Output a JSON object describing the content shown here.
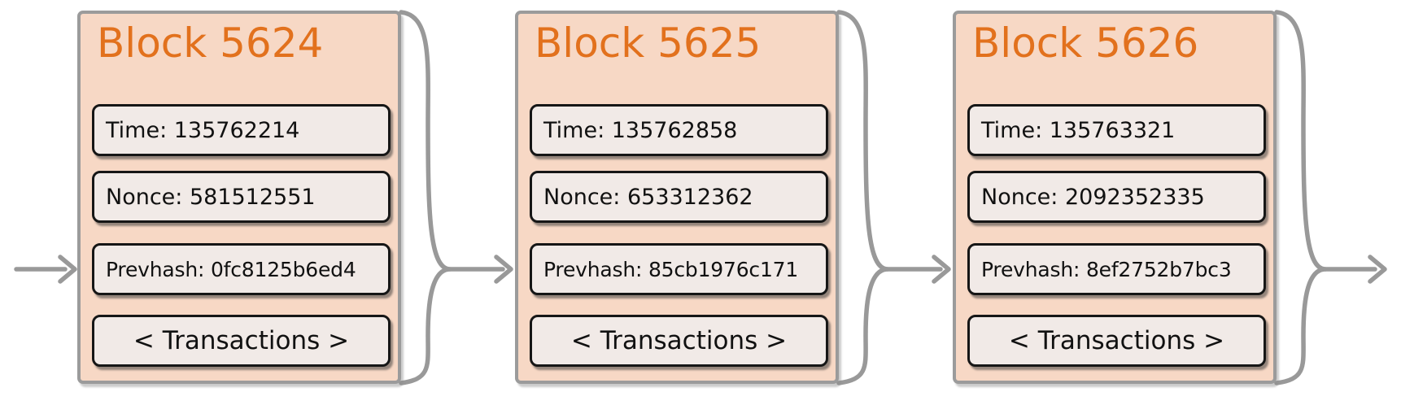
{
  "diagram_type": "blockchain-chain-diagram",
  "colors": {
    "accent": "#e2711d",
    "block_fill": "#f7d8c5",
    "block_border": "#9b9b9b",
    "field_fill": "#f1eae7",
    "field_border": "#161616",
    "connector": "#999999",
    "text": "#111111",
    "page_bg": "#ffffff"
  },
  "blocks": [
    {
      "title": "Block 5624",
      "time": "Time: 135762214",
      "nonce": "Nonce: 581512551",
      "prevhash": "Prevhash: 0fc8125b6ed4",
      "transactions": "< Transactions >"
    },
    {
      "title": "Block 5625",
      "time": "Time: 135762858",
      "nonce": "Nonce: 653312362",
      "prevhash": "Prevhash: 85cb1976c171",
      "transactions": "< Transactions >"
    },
    {
      "title": "Block 5626",
      "time": "Time: 135763321",
      "nonce": "Nonce: 2092352335",
      "prevhash": "Prevhash: 8ef2752b7bc3",
      "transactions": "< Transactions >"
    }
  ]
}
